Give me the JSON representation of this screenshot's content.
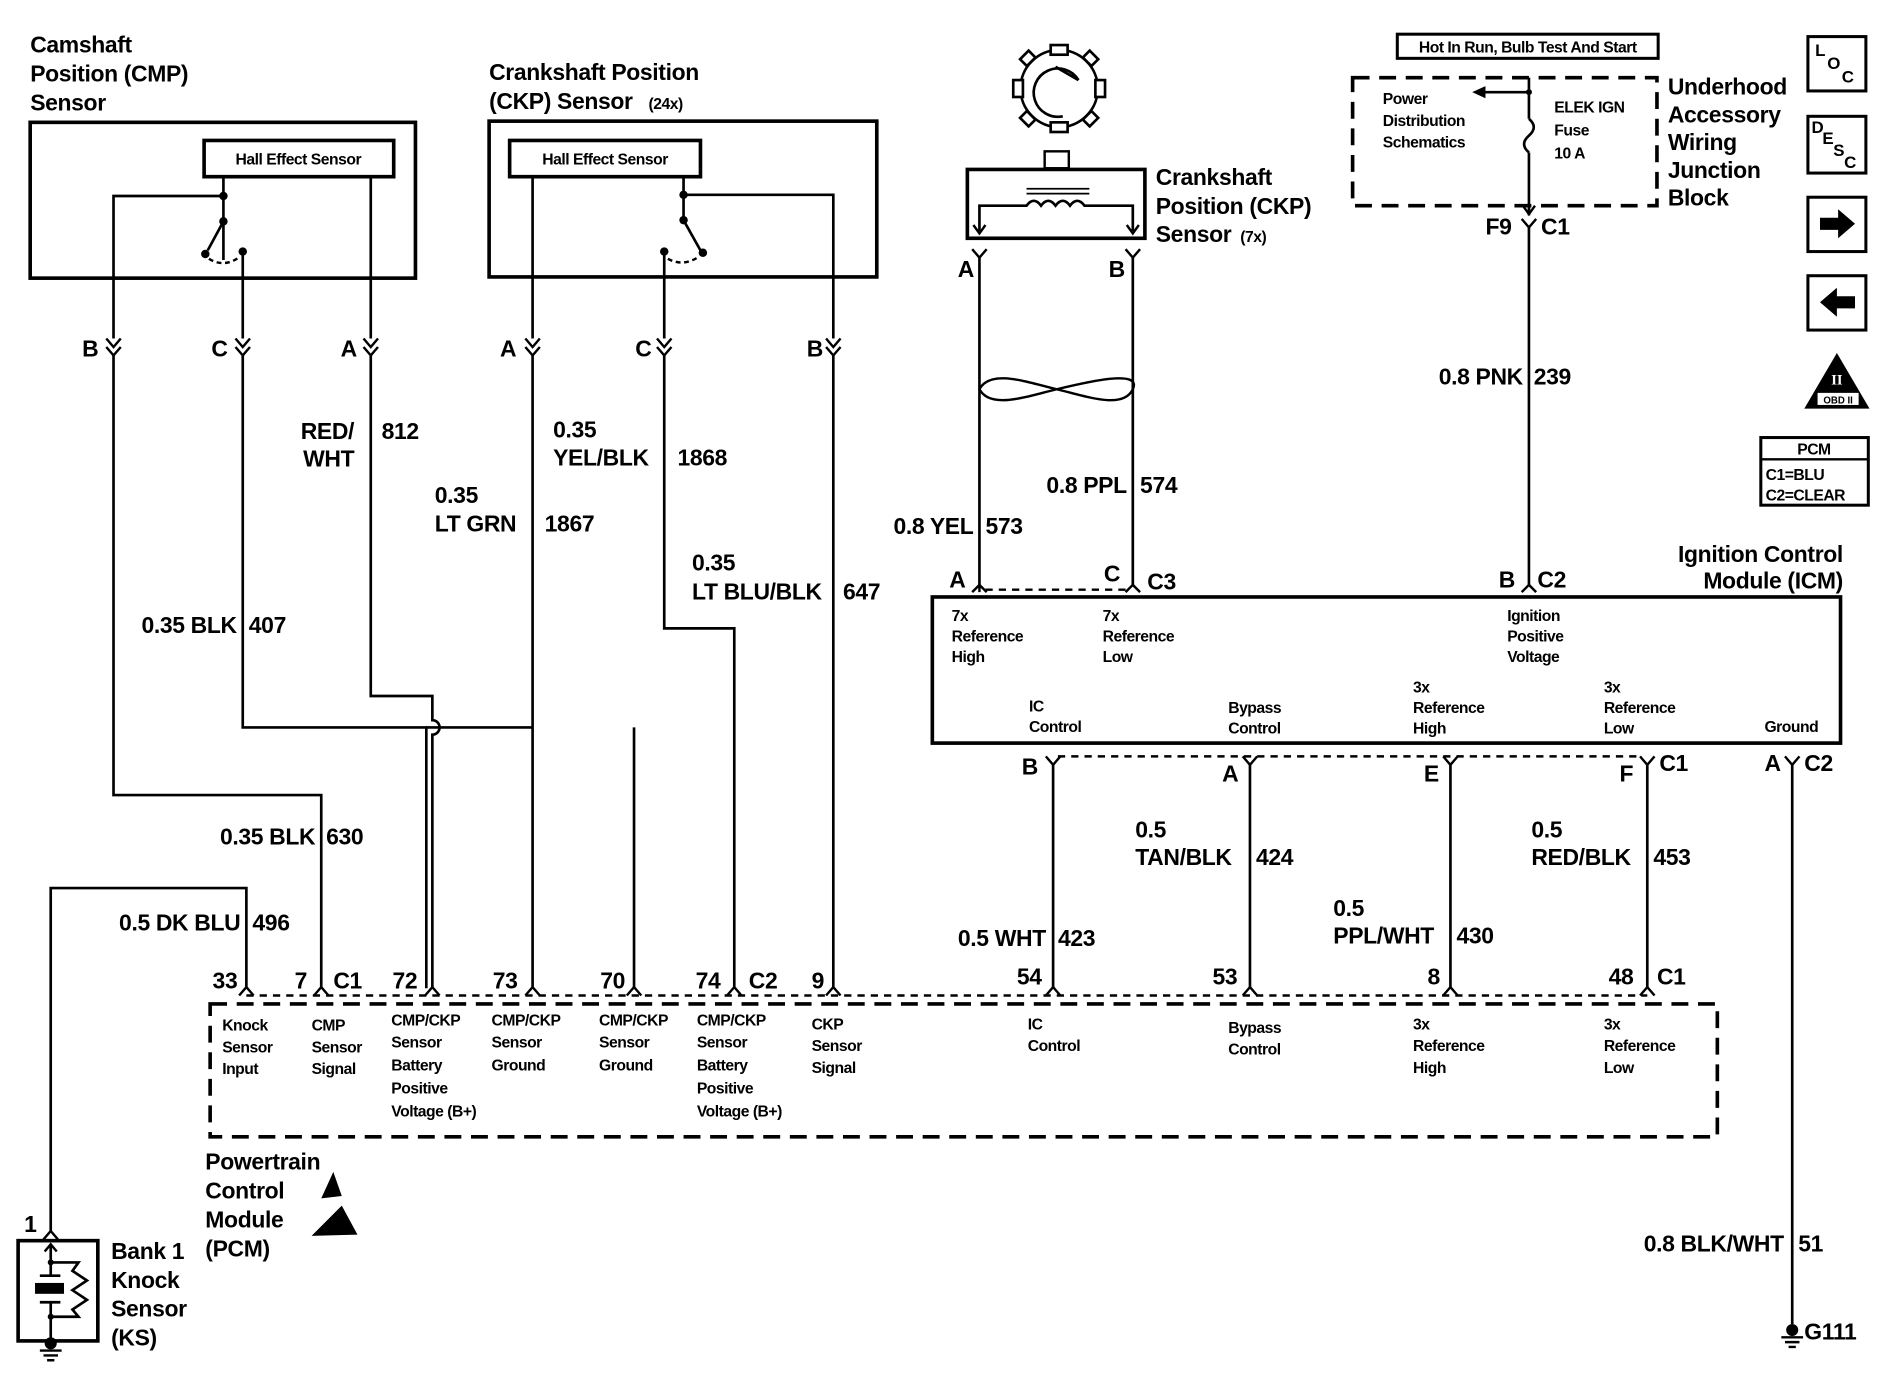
{
  "components": {
    "cmp_sensor": {
      "title": [
        "Camshaft",
        "Position (CMP)",
        "Sensor"
      ],
      "inner": "Hall Effect Sensor",
      "pins": [
        "B",
        "C",
        "A"
      ]
    },
    "ckp24_sensor": {
      "title": [
        "Crankshaft Position",
        "(CKP) Sensor"
      ],
      "suffix": "(24x)",
      "inner": "Hall Effect Sensor",
      "pins": [
        "A",
        "C",
        "B"
      ]
    },
    "ckp7_sensor": {
      "title": [
        "Crankshaft",
        "Position (CKP)",
        "Sensor"
      ],
      "suffix": "(7x)",
      "pins": [
        "A",
        "B"
      ]
    },
    "fuse_block": {
      "banner": "Hot In Run, Bulb Test And Start",
      "left_text": [
        "Power",
        "Distribution",
        "Schematics"
      ],
      "fuse_text": [
        "ELEK IGN",
        "Fuse",
        "10 A"
      ],
      "title": [
        "Underhood",
        "Accessory",
        "Wiring",
        "Junction",
        "Block"
      ],
      "connector": {
        "pin": "F9",
        "conn": "C1"
      }
    },
    "icm": {
      "title": [
        "Ignition Control",
        "Module (ICM)"
      ],
      "top_pins": [
        {
          "pin": "A",
          "conn": ""
        },
        {
          "pin": "C",
          "conn": "C3"
        },
        {
          "pin": "B",
          "conn": "C2"
        }
      ],
      "top_labels": [
        [
          "7x",
          "Reference",
          "High"
        ],
        [
          "7x",
          "Reference",
          "Low"
        ],
        [
          "Ignition",
          "Positive",
          "Voltage"
        ]
      ],
      "bottom_labels": [
        [
          "IC",
          "Control"
        ],
        [
          "Bypass",
          "Control"
        ],
        [
          "3x",
          "Reference",
          "High"
        ],
        [
          "3x",
          "Reference",
          "Low"
        ],
        [
          "Ground"
        ]
      ],
      "bottom_pins": [
        {
          "pin": "B",
          "conn": ""
        },
        {
          "pin": "A",
          "conn": ""
        },
        {
          "pin": "E",
          "conn": ""
        },
        {
          "pin": "F",
          "conn": "C1"
        },
        {
          "pin": "A",
          "conn": "C2"
        }
      ]
    },
    "pcm": {
      "title": [
        "Powertrain",
        "Control",
        "Module",
        "(PCM)"
      ],
      "pins": [
        {
          "pin": "33",
          "conn": "",
          "label": [
            "Knock",
            "Sensor",
            "Input"
          ]
        },
        {
          "pin": "7",
          "conn": "C1",
          "label": [
            "CMP",
            "Sensor",
            "Signal"
          ]
        },
        {
          "pin": "72",
          "conn": "",
          "label": [
            "CMP/CKP",
            "Sensor",
            "Battery",
            "Positive",
            "Voltage (B+)"
          ]
        },
        {
          "pin": "73",
          "conn": "",
          "label": [
            "CMP/CKP",
            "Sensor",
            "Ground"
          ]
        },
        {
          "pin": "70",
          "conn": "",
          "label": [
            "CMP/CKP",
            "Sensor",
            "Ground"
          ]
        },
        {
          "pin": "74",
          "conn": "C2",
          "label": [
            "CMP/CKP",
            "Sensor",
            "Battery",
            "Positive",
            "Voltage (B+)"
          ]
        },
        {
          "pin": "9",
          "conn": "",
          "label": [
            "CKP",
            "Sensor",
            "Signal"
          ]
        },
        {
          "pin": "54",
          "conn": "",
          "label": [
            "IC",
            "Control"
          ]
        },
        {
          "pin": "53",
          "conn": "",
          "label": [
            "Bypass",
            "Control"
          ]
        },
        {
          "pin": "8",
          "conn": "",
          "label": [
            "3x",
            "Reference",
            "High"
          ]
        },
        {
          "pin": "48",
          "conn": "C1",
          "label": [
            "3x",
            "Reference",
            "Low"
          ]
        }
      ]
    },
    "knock_sensor": {
      "title": [
        "Bank 1",
        "Knock",
        "Sensor",
        "(KS)"
      ],
      "pin": "1"
    },
    "ground": {
      "label": "G111"
    }
  },
  "wires": [
    {
      "id": "w407",
      "size": "0.35 BLK",
      "circuit": "407"
    },
    {
      "id": "w812",
      "size": [
        "RED/",
        "WHT"
      ],
      "circuit": "812"
    },
    {
      "id": "w1868",
      "size": [
        "0.35",
        "YEL/BLK"
      ],
      "circuit": "1868"
    },
    {
      "id": "w1867",
      "size": [
        "0.35",
        "LT GRN"
      ],
      "circuit": "1867"
    },
    {
      "id": "w647",
      "size": [
        "0.35",
        "LT BLU/BLK"
      ],
      "circuit": "647"
    },
    {
      "id": "w630",
      "size": "0.35 BLK",
      "circuit": "630"
    },
    {
      "id": "w496",
      "size": "0.5 DK BLU",
      "circuit": "496"
    },
    {
      "id": "w573",
      "size": "0.8 YEL",
      "circuit": "573"
    },
    {
      "id": "w574",
      "size": "0.8 PPL",
      "circuit": "574"
    },
    {
      "id": "w239",
      "size": "0.8 PNK",
      "circuit": "239"
    },
    {
      "id": "w423",
      "size": "0.5 WHT",
      "circuit": "423"
    },
    {
      "id": "w424",
      "size": [
        "0.5",
        "TAN/BLK"
      ],
      "circuit": "424"
    },
    {
      "id": "w430",
      "size": [
        "0.5",
        "PPL/WHT"
      ],
      "circuit": "430"
    },
    {
      "id": "w453",
      "size": [
        "0.5",
        "RED/BLK"
      ],
      "circuit": "453"
    },
    {
      "id": "w51",
      "size": "0.8 BLK/WHT",
      "circuit": "51"
    }
  ],
  "side_icons": {
    "loc": [
      "L",
      "O",
      "C"
    ],
    "desc": [
      "D",
      "E",
      "S",
      "C"
    ],
    "obd": "OBD II",
    "obd_top": "II",
    "pcm_legend": {
      "title": "PCM",
      "lines": [
        "C1=BLU",
        "C2=CLEAR"
      ]
    }
  }
}
